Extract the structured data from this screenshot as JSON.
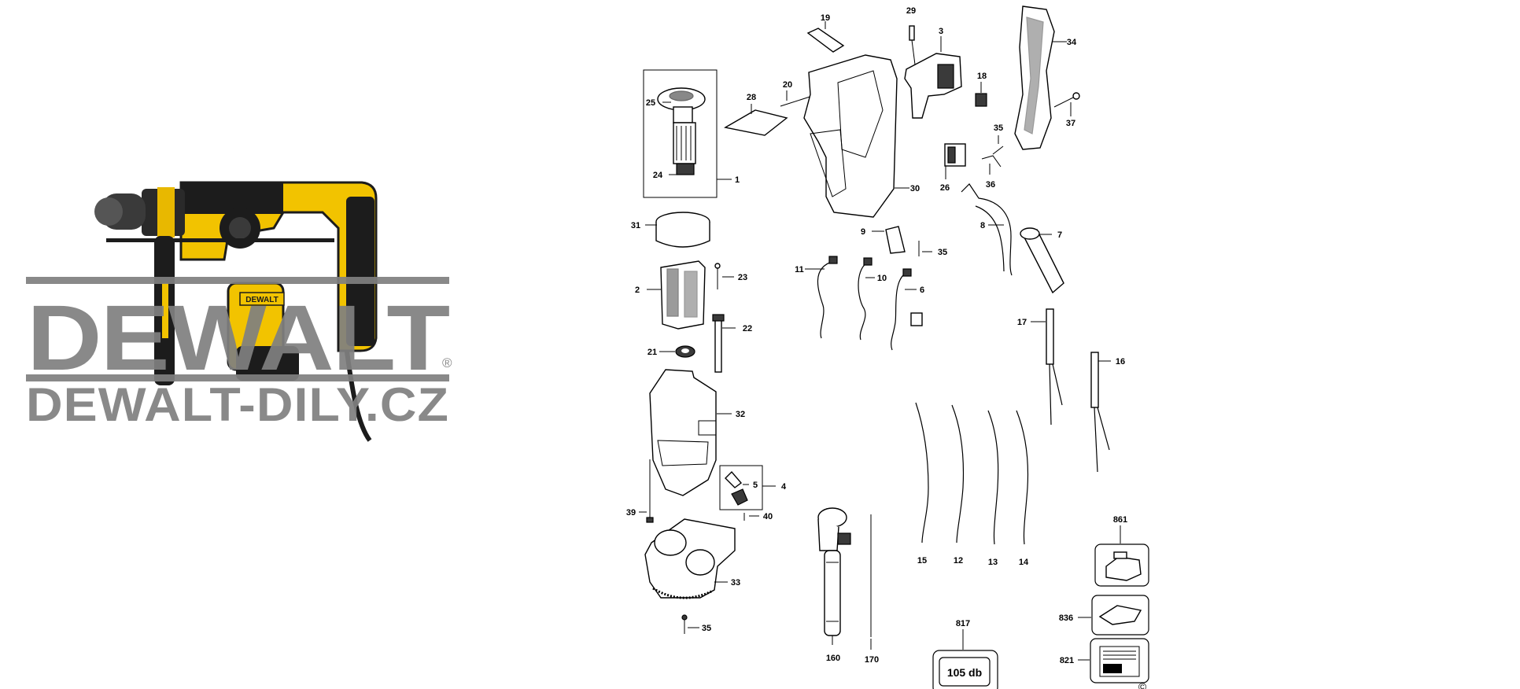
{
  "watermark": {
    "brand": "DEWALT",
    "site": "DEWALT-DILY.CZ",
    "registered_mark": "®",
    "gray": "#808080"
  },
  "product_photo": {
    "badge": "DEWALT",
    "yellow": "#f2c300",
    "black": "#1c1c1c"
  },
  "parts": {
    "p19": "19",
    "p29": "29",
    "p3": "3",
    "p34": "34",
    "p18": "18",
    "p37": "37",
    "p25": "25",
    "p28": "28",
    "p20": "20",
    "p35a": "35",
    "p24": "24",
    "p1": "1",
    "p26": "26",
    "p36": "36",
    "p30": "30",
    "p8": "8",
    "p7": "7",
    "p31": "31",
    "p9": "9",
    "p35b": "35",
    "p11": "11",
    "p10": "10",
    "p6": "6",
    "p23": "23",
    "p2": "2",
    "p22": "22",
    "p21": "21",
    "p17": "17",
    "p16": "16",
    "p32": "32",
    "p5": "5",
    "p4": "4",
    "p39": "39",
    "p40": "40",
    "p861": "861",
    "p33": "33",
    "p836": "836",
    "p35c": "35",
    "p817": "817",
    "p821": "821",
    "p15": "15",
    "p12": "12",
    "p13": "13",
    "p14": "14",
    "p160": "160",
    "p170": "170"
  },
  "noise_label": "105 db",
  "copyright": "©"
}
